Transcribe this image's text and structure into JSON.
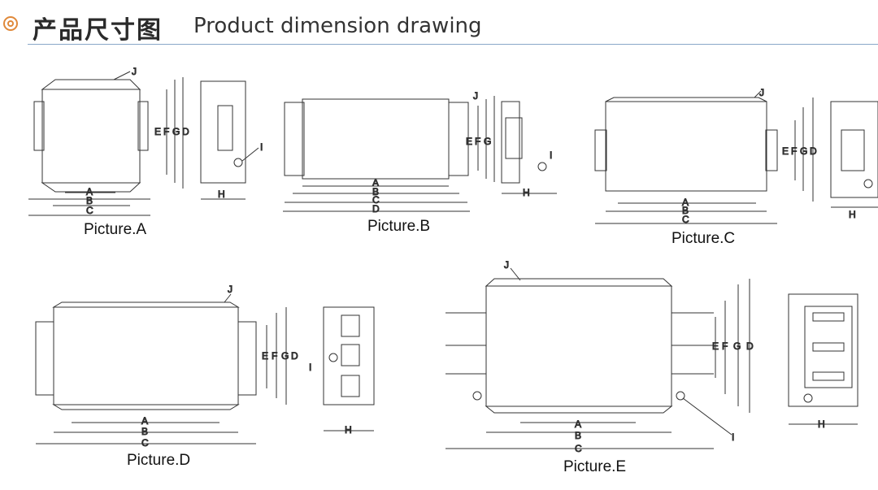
{
  "header": {
    "icon": "target-circle-icon",
    "accent_color": "#e0893a",
    "title_cn": "产品尺寸图",
    "title_en": "Product dimension drawing"
  },
  "pictures": [
    {
      "label": "Picture.A"
    },
    {
      "label": "Picture.B"
    },
    {
      "label": "Picture.C"
    },
    {
      "label": "Picture.D"
    },
    {
      "label": "Picture.E"
    }
  ],
  "dimensions": {
    "A": "A",
    "B": "B",
    "C": "C",
    "D": "D",
    "E": "E",
    "F": "F",
    "G": "G",
    "H": "H",
    "I": "I",
    "J": "J"
  }
}
